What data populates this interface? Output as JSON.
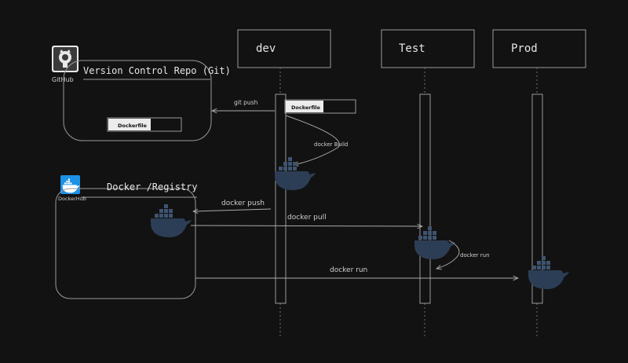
{
  "stages": {
    "dev": "dev",
    "test": "Test",
    "prod": "Prod"
  },
  "github": {
    "logo_label": "GitHub",
    "repo_title": "Version Control Repo (Git)",
    "dockerfile_label": "Dockerfile"
  },
  "registry": {
    "logo_label": "DockerHub",
    "title": "Docker /Registry"
  },
  "dev_dockerfile_label": "Dockerfile",
  "arrows": {
    "git_push": "git push",
    "docker_build": "docker Build",
    "docker_push": "docker push",
    "docker_pull": "docker pull",
    "docker_run_test": "docker run",
    "docker_run_prod": "docker run"
  },
  "colors": {
    "background": "#121212",
    "stroke": "#9a9a9a",
    "whale": "#2c3e55",
    "docker_blue": "#1d91e6"
  }
}
